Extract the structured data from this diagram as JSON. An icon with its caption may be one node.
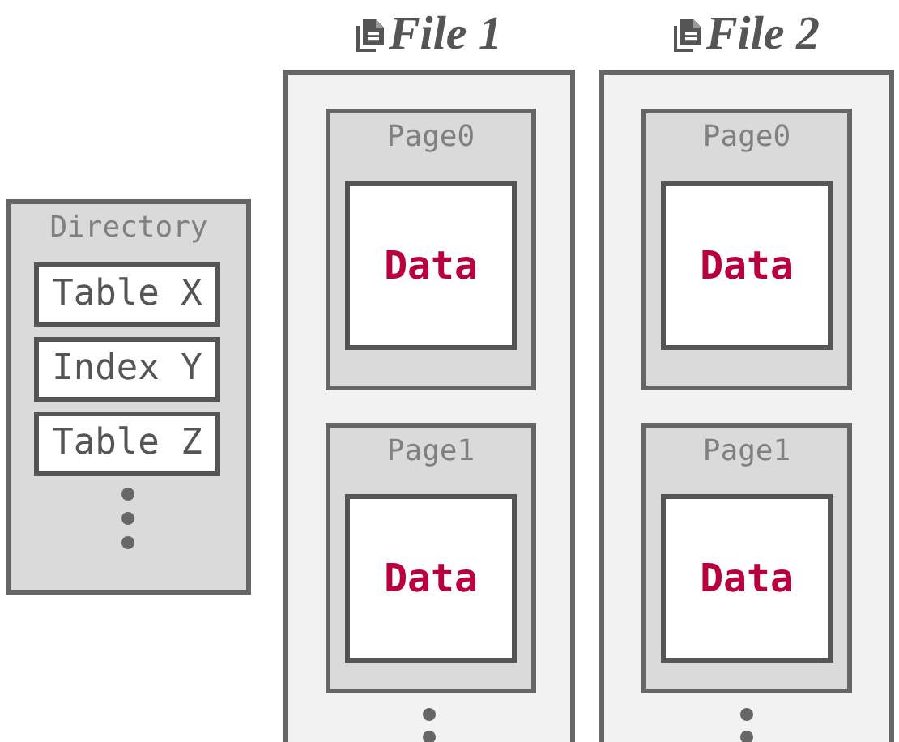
{
  "diagram": {
    "nodes": [
      {
        "text": [
          "Directory"
        ]
      },
      {
        "text": [
          "Table X"
        ],
        "in": 0
      },
      {
        "text": [
          "Index Y"
        ],
        "in": 0
      },
      {
        "text": [
          "Table Z"
        ],
        "in": 0
      },
      {
        "text": [
          "File 1"
        ]
      },
      {
        "text": [
          "Page0"
        ],
        "in": 4
      },
      {
        "text": [
          "Data"
        ],
        "in": 5
      },
      {
        "text": [
          "Page1"
        ],
        "in": 4
      },
      {
        "text": [
          "Data"
        ],
        "in": 7
      },
      {
        "text": [
          "File 2"
        ]
      },
      {
        "text": [
          "Page0"
        ],
        "in": 9
      },
      {
        "text": [
          "Data"
        ],
        "in": 10
      },
      {
        "text": [
          "Page1"
        ],
        "in": 9
      },
      {
        "text": [
          "Data"
        ],
        "in": 12
      }
    ]
  }
}
